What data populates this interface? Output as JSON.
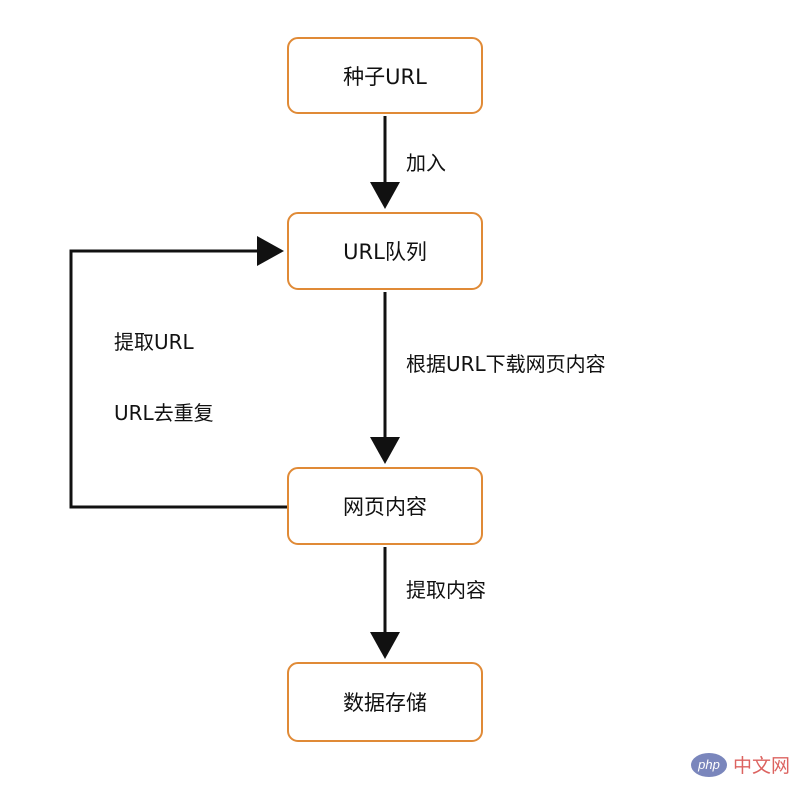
{
  "nodes": {
    "seed_url": "种子URL",
    "url_queue": "URL队列",
    "page_content": "网页内容",
    "data_storage": "数据存储"
  },
  "edges": {
    "add": "加入",
    "download": "根据URL下载网页内容",
    "extract_content": "提取内容",
    "extract_url": "提取URL",
    "url_dedup": "URL去重复"
  },
  "colors": {
    "node_border": "#e08a36",
    "arrow": "#111111"
  },
  "watermark": {
    "logo": "php",
    "text": "中文网"
  }
}
